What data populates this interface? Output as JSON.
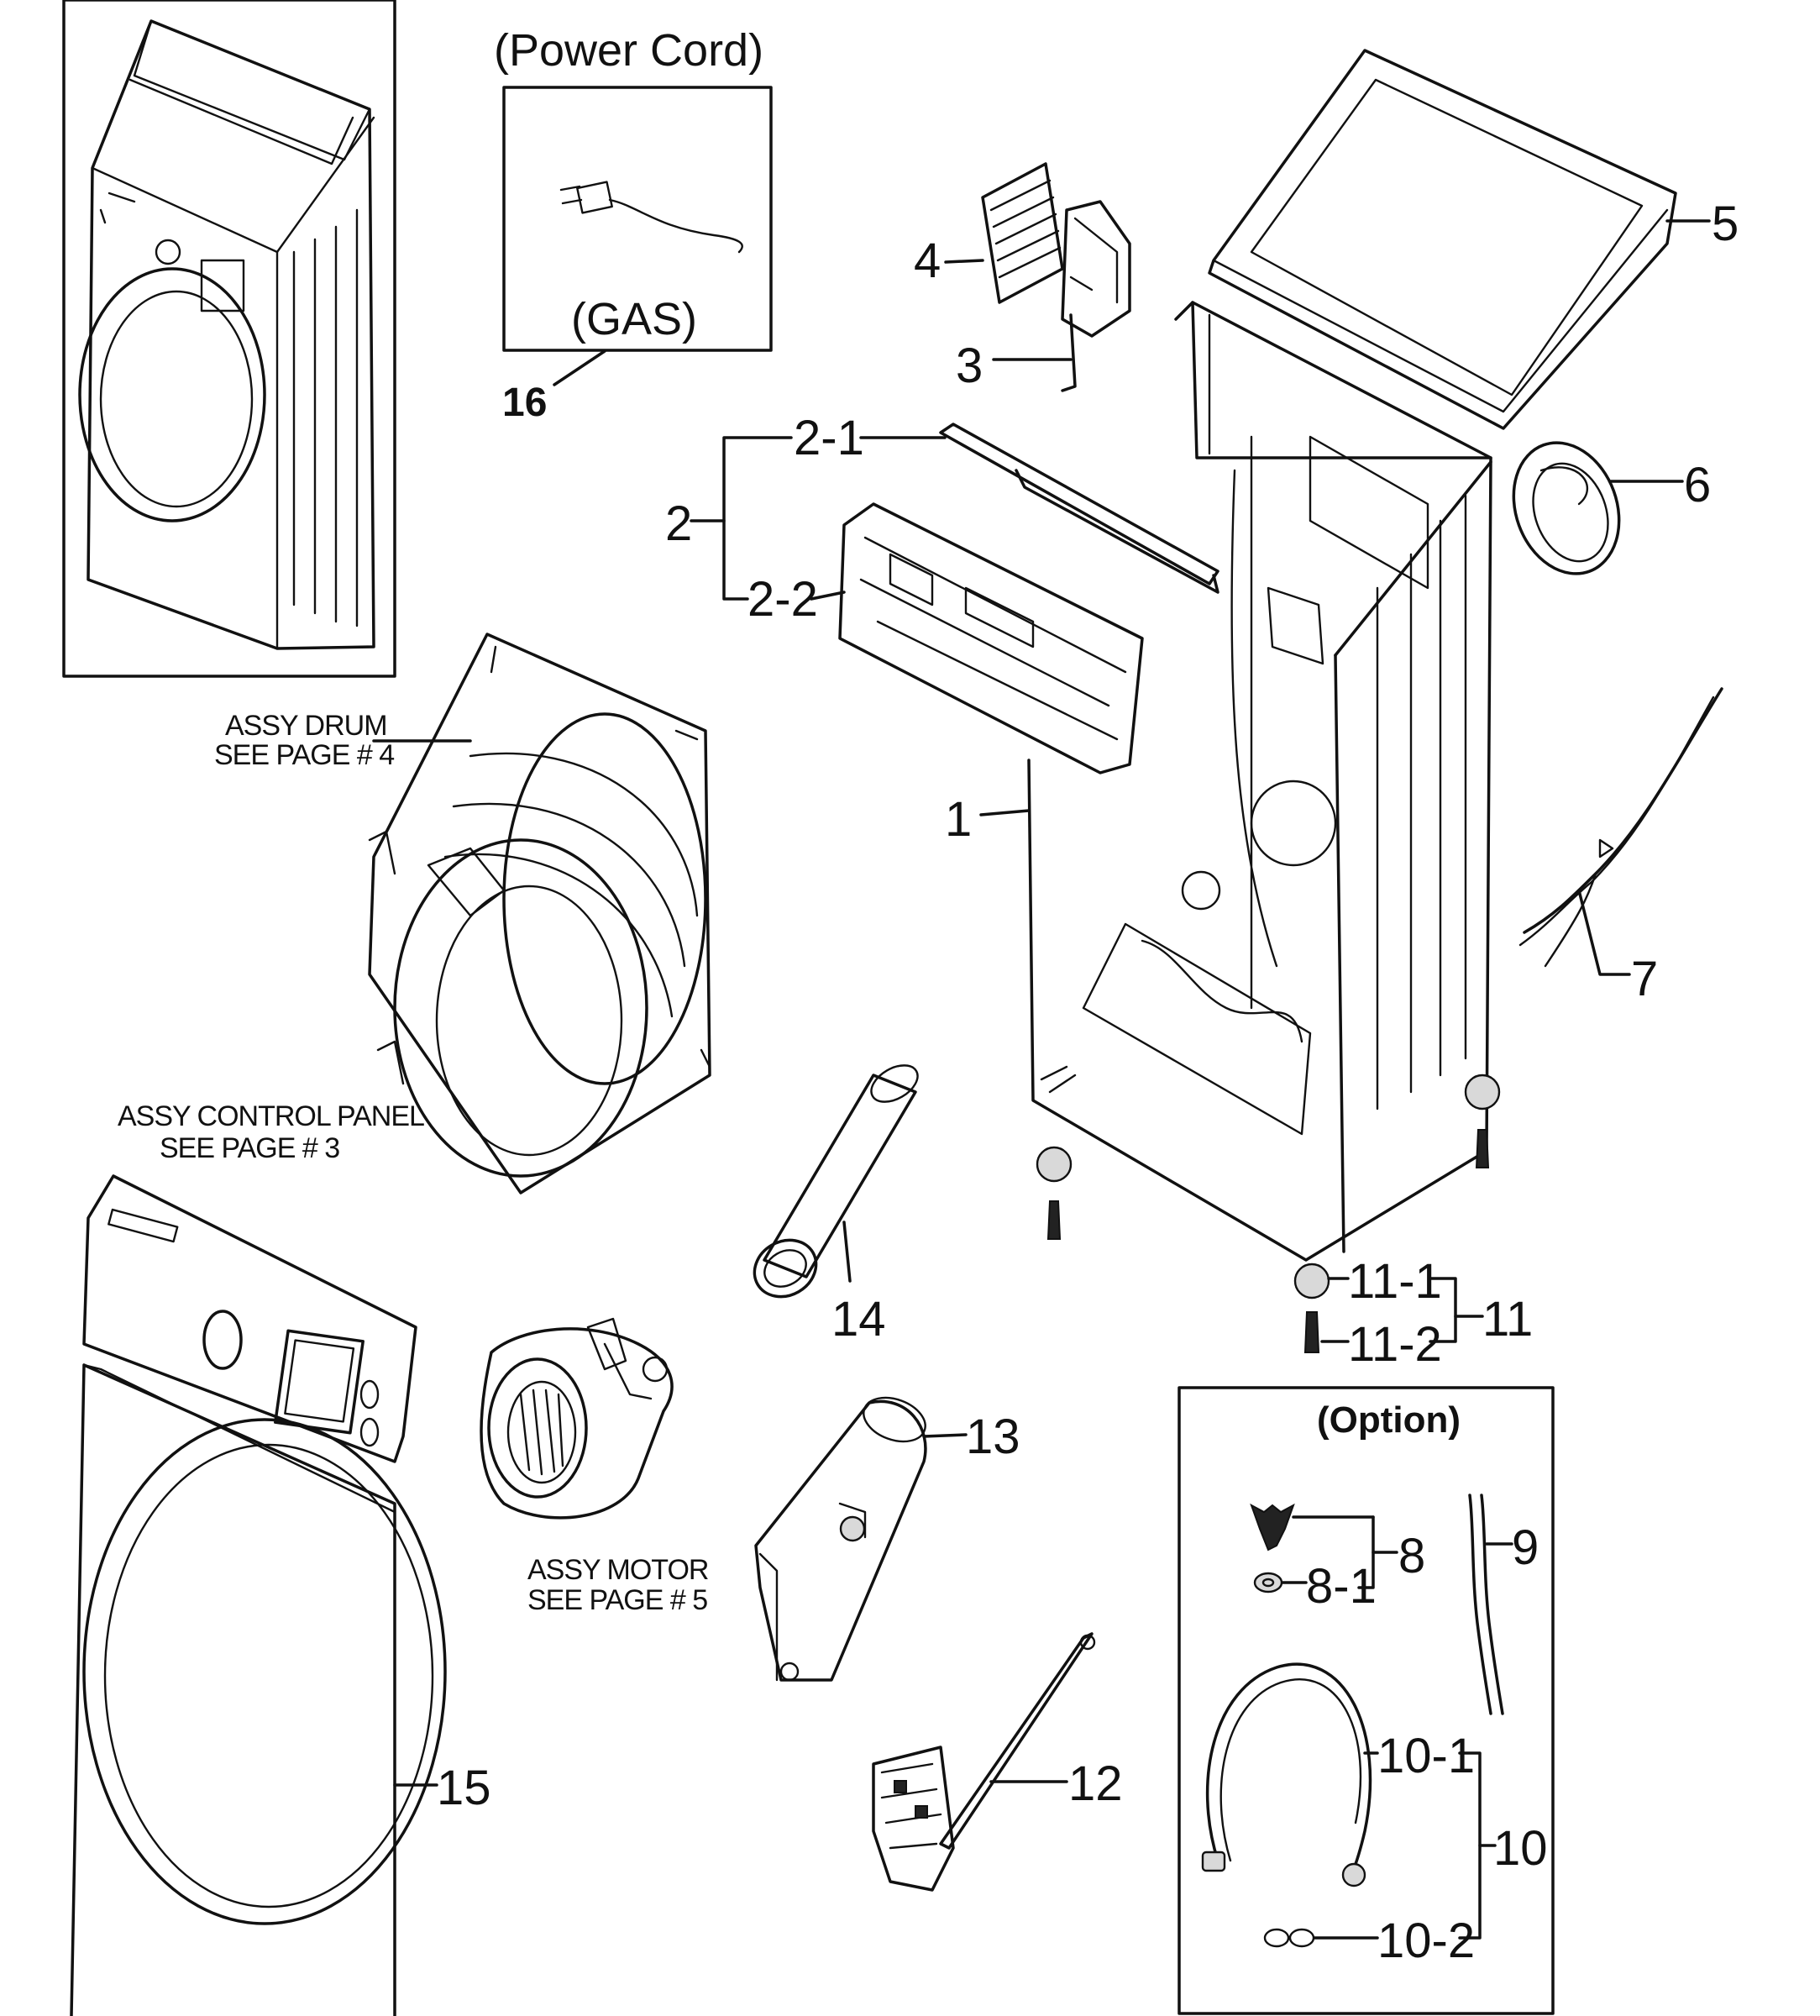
{
  "labels": {
    "power_cord": "(Power Cord)",
    "gas": "(GAS)",
    "option": "(Option)",
    "drum_line1": "ASSY DRUM",
    "drum_line2": "SEE PAGE # 4",
    "panel_line1": "ASSY CONTROL PANEL",
    "panel_line2": "SEE PAGE # 3",
    "motor_line1": "ASSY MOTOR",
    "motor_line2": "SEE PAGE # 5"
  },
  "callouts": {
    "p1": "1",
    "p2": "2",
    "p2_1": "2-1",
    "p2_2": "2-2",
    "p3": "3",
    "p4": "4",
    "p5": "5",
    "p6": "6",
    "p7": "7",
    "p8": "8",
    "p8_1": "8-1",
    "p9": "9",
    "p10": "10",
    "p10_1": "10-1",
    "p10_2": "10-2",
    "p11": "11",
    "p11_1": "11-1",
    "p11_2": "11-2",
    "p12": "12",
    "p13": "13",
    "p14": "14",
    "p15": "15",
    "p16": "16"
  }
}
